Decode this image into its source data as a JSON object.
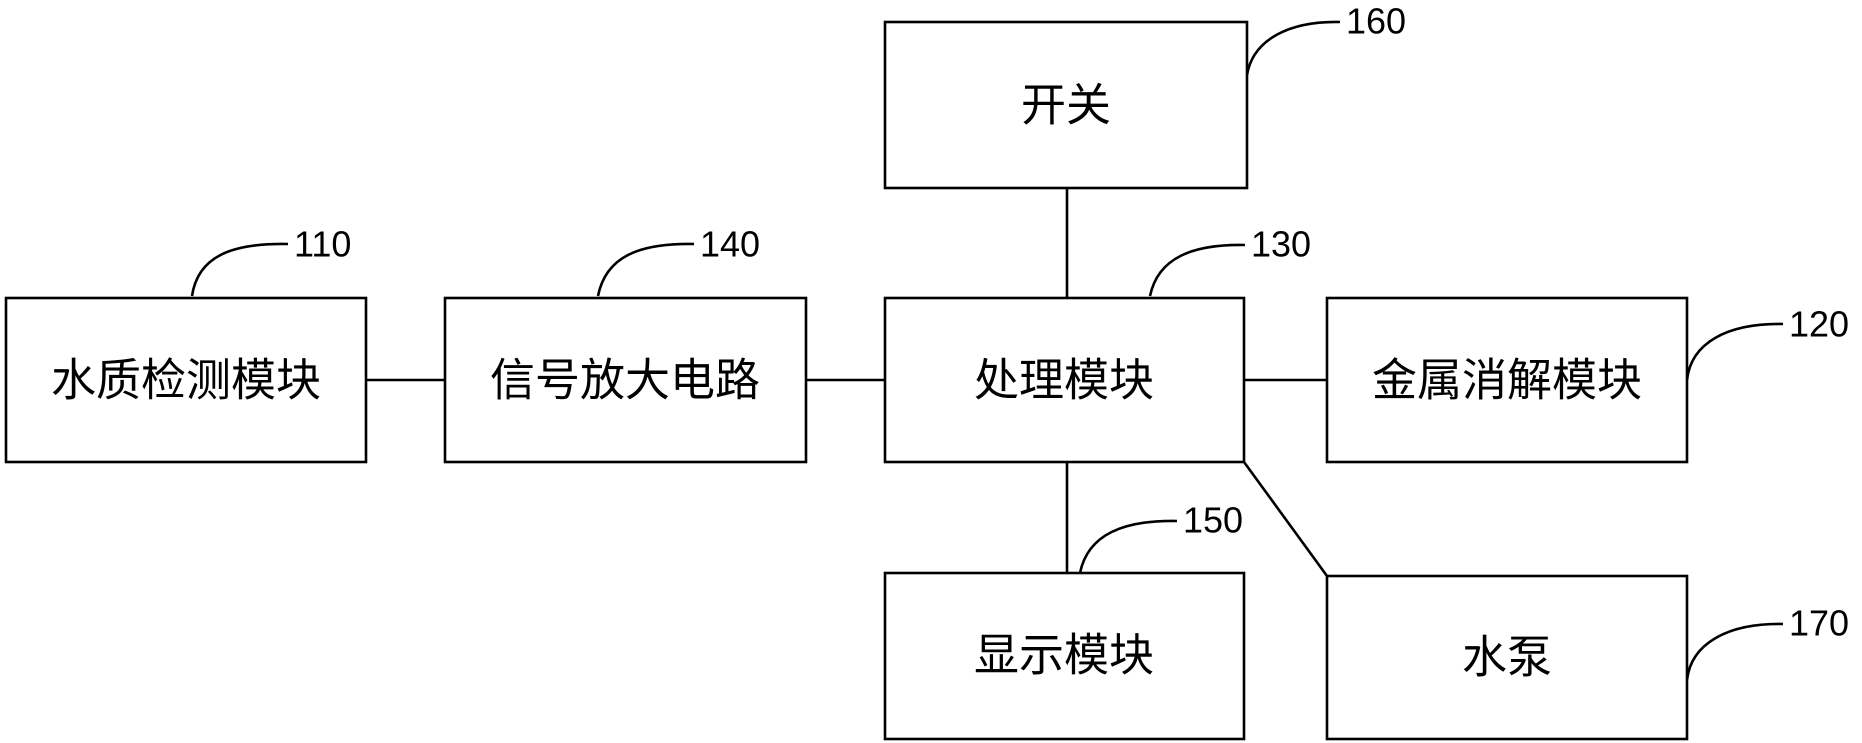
{
  "blocks": {
    "water_quality": {
      "label": "水质检测模块",
      "ref": "110"
    },
    "signal_amp": {
      "label": "信号放大电路",
      "ref": "140"
    },
    "processing": {
      "label": "处理模块",
      "ref": "130"
    },
    "metal_digestion": {
      "label": "金属消解模块",
      "ref": "120"
    },
    "switch": {
      "label": "开关",
      "ref": "160"
    },
    "display": {
      "label": "显示模块",
      "ref": "150"
    },
    "water_pump": {
      "label": "水泵",
      "ref": "170"
    }
  }
}
